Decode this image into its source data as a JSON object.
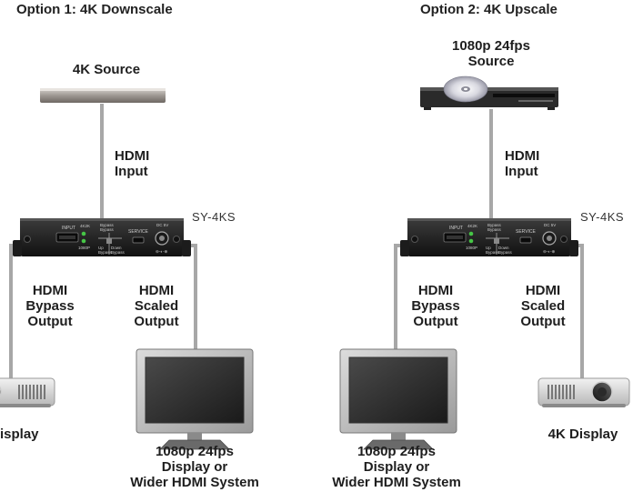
{
  "options": [
    {
      "title": "Option 1: 4K Downscale",
      "source_label": "4K Source",
      "input_label": [
        "HDMI",
        "Input"
      ],
      "device_model": "SY-4KS",
      "bypass_label": [
        "HDMI",
        "Bypass",
        "Output"
      ],
      "scaled_label": [
        "HDMI",
        "Scaled",
        "Output"
      ],
      "bypass_display_label": "isplay",
      "scaled_display_label": [
        "1080p 24fps",
        "Display or",
        "Wider HDMI System"
      ]
    },
    {
      "title": "Option 2: 4K Upscale",
      "source_label": [
        "1080p 24fps",
        "Source"
      ],
      "input_label": [
        "HDMI",
        "Input"
      ],
      "device_model": "SY-4KS",
      "bypass_label": [
        "HDMI",
        "Bypass",
        "Output"
      ],
      "scaled_label": [
        "HDMI",
        "Scaled",
        "Output"
      ],
      "bypass_display_label": [
        "1080p 24fps",
        "Display or",
        "Wider HDMI System"
      ],
      "scaled_display_label": "4K Display"
    }
  ],
  "device_panel": {
    "input": "INPUT",
    "res_4k2k": "4K2K",
    "res_1080p": "1080P",
    "bypass_top": "Bypass",
    "bypass_top2": "Bypass",
    "up_bypass": "Up",
    "up_bypass2": "Bypass",
    "down_bypass": "Down",
    "down_bypass2": "Bypass",
    "service": "SERVICE",
    "dc": "DC 5V"
  },
  "colors": {
    "cable": "#a7a7a7",
    "device_body": "#2a2a2a",
    "led": "#46c646",
    "text": "#1e1e1e"
  }
}
